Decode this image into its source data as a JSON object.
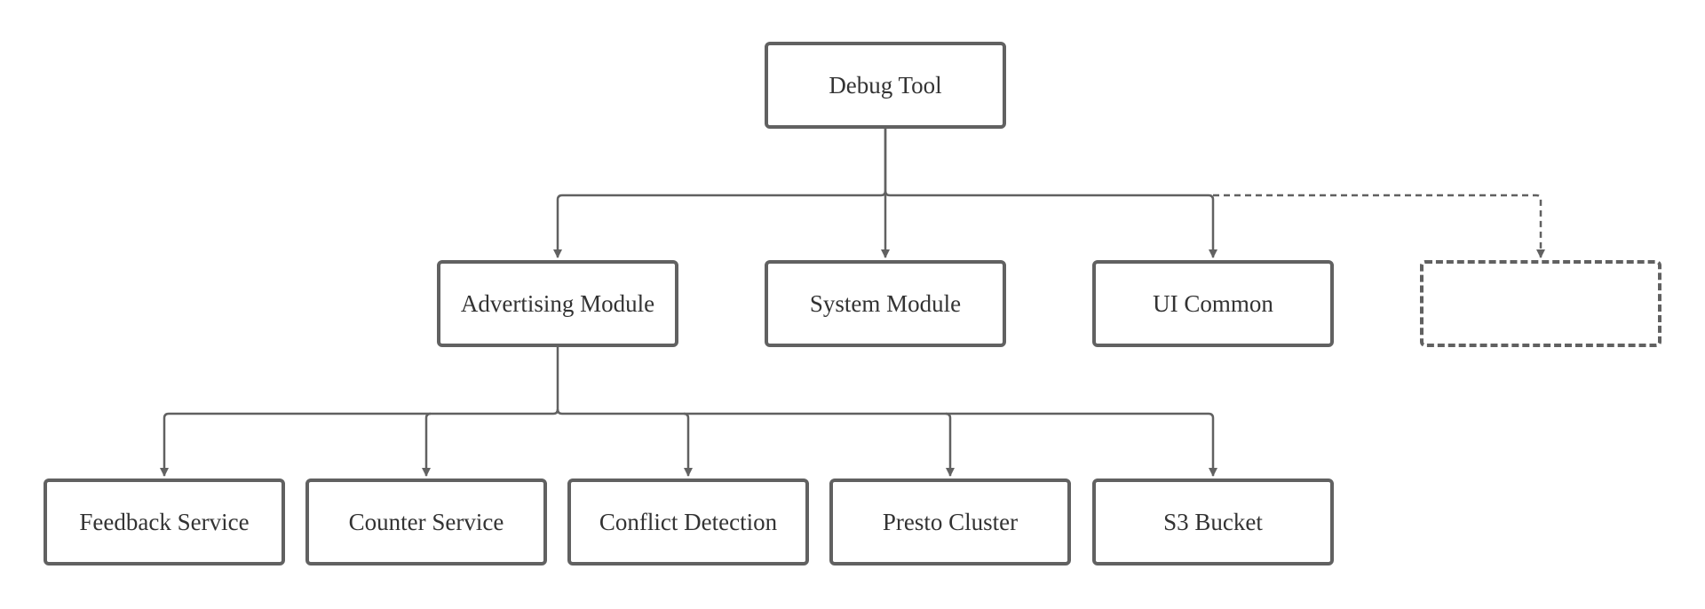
{
  "colors": {
    "stroke": "#616161",
    "text": "#333333",
    "background": "#ffffff"
  },
  "nodes": {
    "root": {
      "label": "Debug Tool"
    },
    "advertising": {
      "label": "Advertising Module"
    },
    "system": {
      "label": "System Module"
    },
    "ui_common": {
      "label": "UI Common"
    },
    "placeholder": {
      "label": ""
    },
    "feedback": {
      "label": "Feedback Service"
    },
    "counter": {
      "label": "Counter Service"
    },
    "conflict": {
      "label": "Conflict Detection"
    },
    "presto": {
      "label": "Presto Cluster"
    },
    "s3": {
      "label": "S3 Bucket"
    }
  }
}
